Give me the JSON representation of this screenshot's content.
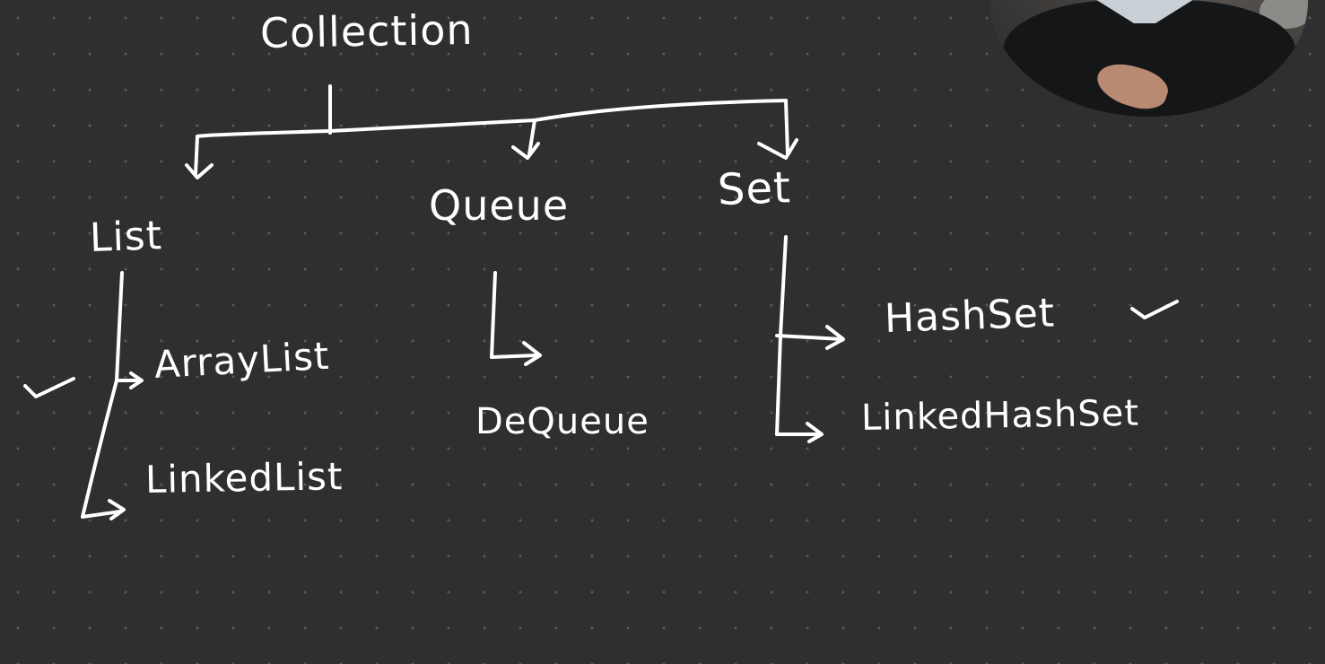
{
  "diagram": {
    "root": {
      "label": "Collection"
    },
    "branches": [
      {
        "label": "List",
        "children": [
          "ArrayList",
          "LinkedList"
        ],
        "checked_child": "ArrayList"
      },
      {
        "label": "Queue",
        "children": [
          "DeQueue"
        ]
      },
      {
        "label": "Set",
        "children": [
          "HashSet",
          "LinkedHashSet"
        ],
        "checked_child": "HashSet"
      }
    ]
  },
  "labels": {
    "collection": "Collection",
    "list": "List",
    "queue": "Queue",
    "set": "Set",
    "arraylist": "ArrayList",
    "linkedlist": "LinkedList",
    "dequeue": "DeQueue",
    "hashset": "HashSet",
    "linkedhashset": "LinkedHashSet"
  },
  "style": {
    "background_color": "#2f2f31",
    "dot_grid_color": "#5a5a5c",
    "ink_color": "#ffffff"
  },
  "overlay": {
    "webcam": "presenter webcam circle (top-right)"
  }
}
